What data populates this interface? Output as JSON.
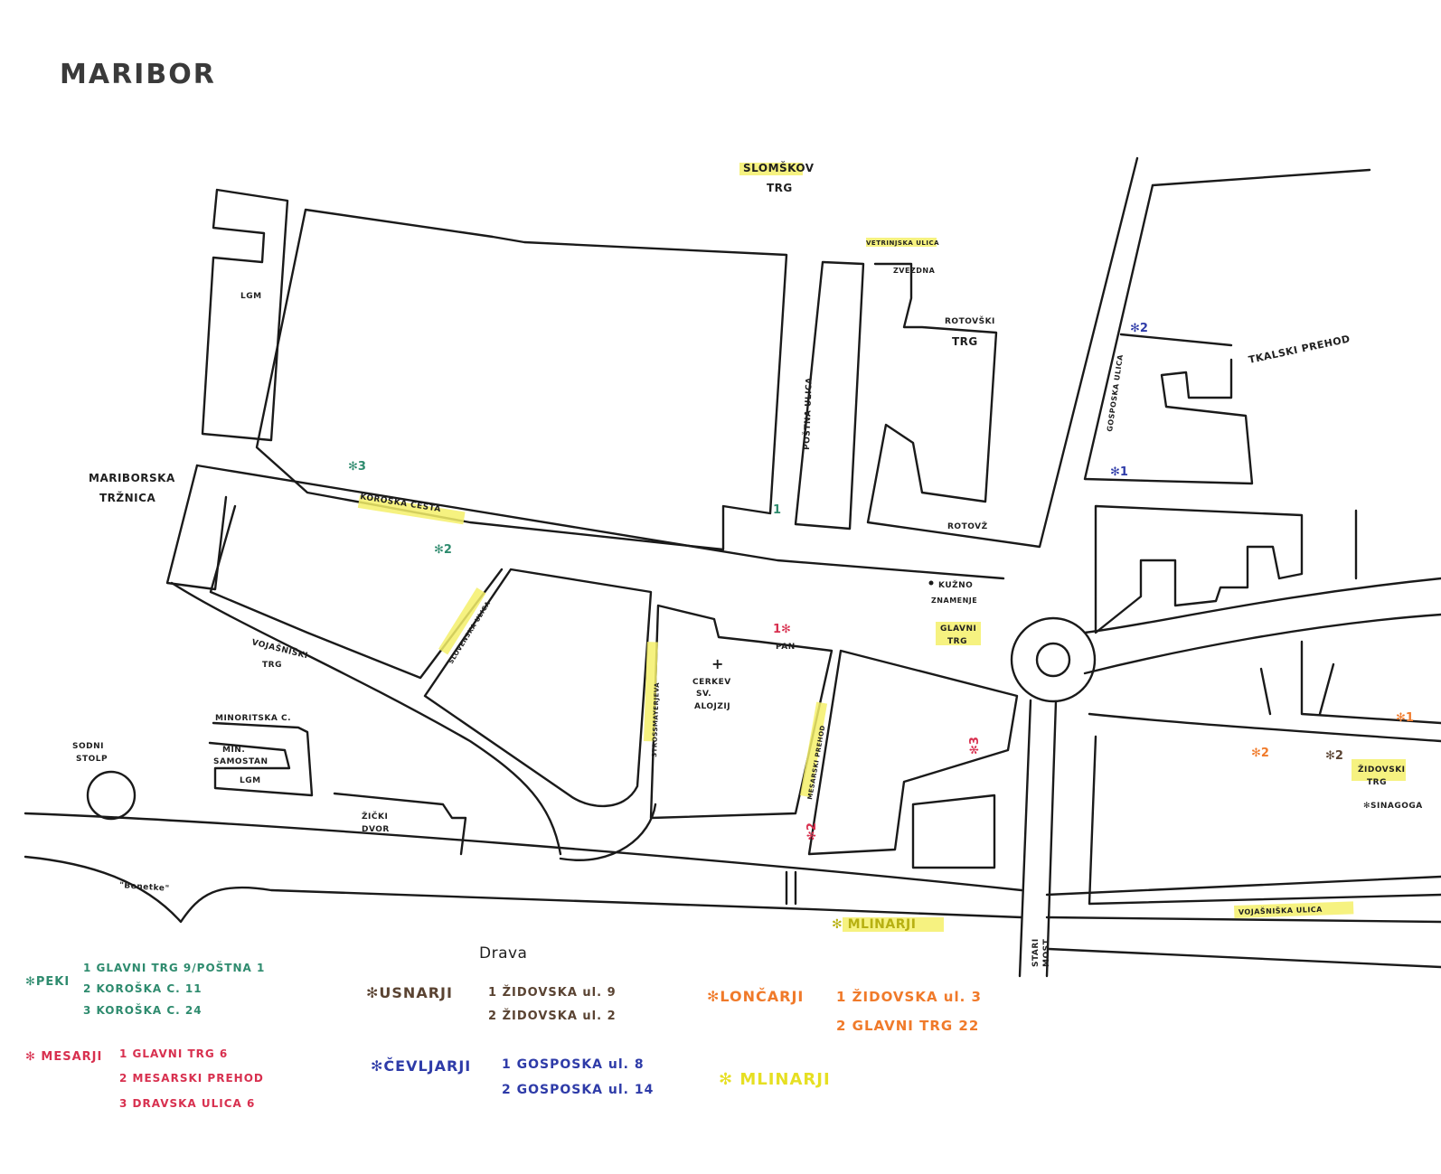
{
  "title": "MARIBOR",
  "colors": {
    "peki": "#2e8b6e",
    "mesarji": "#d8304f",
    "usnarji": "#5a4332",
    "zevljarji": "#2e3ba8",
    "loncarji": "#f07a2a",
    "mlinarji": "#e6df22",
    "street": "#1a1a1a"
  },
  "labels": {
    "slomskov_trg": [
      "SLOMŠKOV",
      "TRG"
    ],
    "lgm_top": "LGM",
    "mariborska_trznica": [
      "MARIBORSKA",
      "TRŽNICA"
    ],
    "koroska_cesta": "KOROŠKA CESTA",
    "postna_ulica": "POŠTNA ULICA",
    "vetrinjska_ulica": "VETRINJSKA ULICA",
    "zvezdna": "ZVEZDNA",
    "rotovski_trg": [
      "ROTOVŠKI",
      "TRG"
    ],
    "rotovz": "ROTOVŽ",
    "gosposka_ulica": "GOSPOSKA ULICA",
    "tkalski_prehod": "TKALSKI PREHOD",
    "kuzno_znamenje": [
      "KUŽNO",
      "ZNAMENJE"
    ],
    "glavni_trg": [
      "GLAVNI",
      "TRG"
    ],
    "pan": "PAN",
    "cerkev": [
      "CERKEV",
      "SV.",
      "ALOJZIJ"
    ],
    "vojasniski_trg": [
      "VOJAŠNIŠKI",
      "TRG"
    ],
    "slovenska_ulica": "SLOVENSKA ULICA",
    "strossmayerjeva": "STROSSMAYERJEVA",
    "mesarski_prehod": "MESARSKI PREHOD",
    "minoritska_c": "MINORITSKA C.",
    "min_samostan": [
      "MIN.",
      "SAMOSTAN"
    ],
    "lgm_bottom": "LGM",
    "sodni_stolp": [
      "SODNI",
      "STOLP"
    ],
    "zicki_dvor": [
      "ŽIČKI",
      "DVOR"
    ],
    "benetke": "\"Benetke\"",
    "drava": "Drava",
    "mlinarji_river": "✻ MLINARJI",
    "stari_most": [
      "STARI",
      "MOST"
    ],
    "vojasniska_ulica": "VOJAŠNIŠKA ULICA",
    "zidovski_trg": [
      "ŽIDOVSKI",
      "TRG"
    ],
    "sinagoga": "✻SINAGOGA"
  },
  "markers": {
    "peki_3": "✻3",
    "peki_2": "✻2",
    "peki_1": "1",
    "mesarji_1": "1✻",
    "mesarji_3": "✻3",
    "mesarji_2": "✻2",
    "zev_2": "✻2",
    "zev_1": "✻1",
    "lon_1": "✻1",
    "lon_2": "✻2",
    "usn_2": "✻2"
  },
  "legend": {
    "peki": {
      "label": "✻PEKI",
      "items": [
        "1 GLAVNI TRG 9/POŠTNA 1",
        "2 KOROŠKA C. 11",
        "3 KOROŠKA C. 24"
      ]
    },
    "mesarji": {
      "label": "✻ MESARJI",
      "items": [
        "1 GLAVNI TRG 6",
        "2 MESARSKI PREHOD",
        "3 DRAVSKA ULICA 6"
      ]
    },
    "usnarji": {
      "label": "✻USNARJI",
      "items": [
        "1 ŽIDOVSKA ul. 9",
        "2 ŽIDOVSKA ul. 2"
      ]
    },
    "zevljarji": {
      "label": "✻ČEVLJARJI",
      "items": [
        "1 GOSPOSKA ul. 8",
        "2 GOSPOSKA ul. 14"
      ]
    },
    "loncarji": {
      "label": "✻LONČARJI",
      "items": [
        "1 ŽIDOVSKA ul. 3",
        "2 GLAVNI TRG 22"
      ]
    },
    "mlinarji": {
      "label": "✻ MLINARJI"
    }
  }
}
